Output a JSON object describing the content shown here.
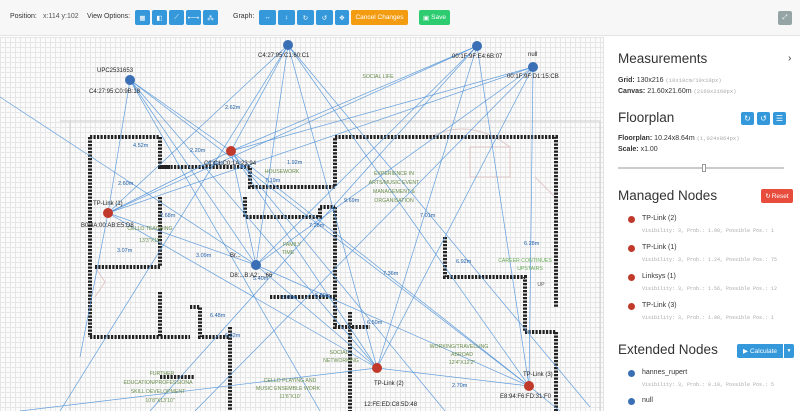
{
  "toolbar": {
    "position_label": "Position:",
    "position_value": "x:114 y:102",
    "view_label": "View Options:",
    "graph_label": "Graph:",
    "cancel_label": "Cancel Changes",
    "save_label": "Save"
  },
  "canvas": {
    "node_labels": [
      "C4:27:95:C1:60:C1",
      "00:1F:9F:E4:6B:07",
      "null",
      "00:1F:9F:D1:15:CB",
      "UPC2531653",
      "C4:27:95:C0:9B:18",
      "C2:C1:C0:1A:23:94",
      "TP-Link (1)",
      "B0:4A:00:AB:E5:D8",
      "Br...",
      "D8:...B:A2:...:66",
      "TP-Link (2)",
      "12:FE:ED:C8:5D:48",
      "TP-Link (3)",
      "E8:94:F6:FD:31:F0"
    ],
    "edge_labels": [
      "2.62m",
      "4.52m",
      "2.20m",
      "6.80m",
      "1.92m",
      "2.68m",
      "2.60m",
      "3.07m",
      "7.19m",
      "9.69m",
      "7.28m",
      "6.28m",
      "6.92m",
      "7.36m",
      "5.40m",
      "5.80m",
      "6.48m",
      "6.82m",
      "6.50m",
      "2.70m",
      "5.68m",
      "7.01m",
      "3.09m"
    ],
    "room_labels": [
      "SOCIAL LIFE",
      "HOUSEWORK",
      "EXPERIENCE IN",
      "ARTS/MUSIC EVENT",
      "MANAGEMENT &",
      "ORGANISATION",
      "CELLO TEACHING",
      "13'3\"X15'",
      "FAMILY",
      "TIME",
      "CAREER CONTINUES",
      "UPSTAIRS",
      "SOCIAL",
      "NETWORKING",
      "WORKING/TRAVELLING",
      "ABROAD",
      "12'4\"X12'2\"",
      "FURTHER",
      "EDUCATION/PROFESSIONA",
      "SKILL DEVELOPMENT",
      "10'8\"X13'10\"",
      "CELLO PLAYING AND",
      "MUSIC ENSEMBLE WORK",
      "11'6\"X10'",
      "UP"
    ]
  },
  "panel": {
    "measurements_title": "Measurements",
    "grid_label": "Grid:",
    "grid_value": "130x216",
    "grid_detail": "(10x10cm/10x10px)",
    "canvas_label": "Canvas:",
    "canvas_value": "21.60x21.60m",
    "canvas_detail": "(2160x2160px)",
    "floorplan_title": "Floorplan",
    "floorplan_label": "Floorplan:",
    "floorplan_value": "10.24x8.64m",
    "floorplan_detail": "(1,024x864px)",
    "scale_label": "Scale:",
    "scale_value": "x1.00",
    "managed_title": "Managed Nodes",
    "reset_label": "Reset",
    "managed_nodes": [
      {
        "name": "TP-Link (2)",
        "meta": "Visibility: 3, Prob.: 1.00, Possible Pos.: 1",
        "color": "#c0392b"
      },
      {
        "name": "TP-Link (1)",
        "meta": "Visibility: 3, Prob.: 1.24, Possible Pos.: 75",
        "color": "#c0392b"
      },
      {
        "name": "Linksys (1)",
        "meta": "Visibility: 3, Prob.: 1.56, Possible Pos.: 12",
        "color": "#c0392b"
      },
      {
        "name": "TP-Link (3)",
        "meta": "Visibility: 3, Prob.: 1.00, Possible Pos.: 1",
        "color": "#c0392b"
      }
    ],
    "extended_title": "Extended Nodes",
    "calculate_label": "Calculate",
    "extended_nodes": [
      {
        "name": "hannes_rupert",
        "meta": "Visibility: 3, Prob.: 0.19, Possible Pos.: 5",
        "color": "#3a6fb5"
      },
      {
        "name": "null",
        "meta": "",
        "color": "#3a6fb5"
      }
    ]
  }
}
